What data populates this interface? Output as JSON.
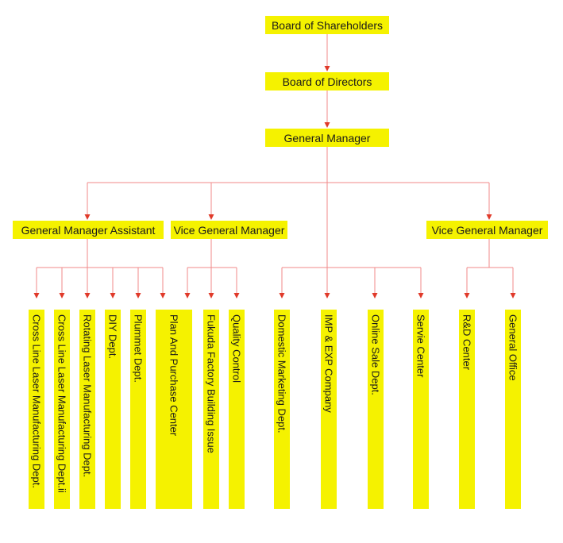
{
  "colors": {
    "box_fill": "#f5f200",
    "connector": "#f08a8a",
    "arrowhead": "#e03a2a"
  },
  "nodes": {
    "shareholders": "Board of Shareholders",
    "directors": "Board of Directors",
    "general_manager": "General Manager",
    "gm_assistant": "General Manager Assistant",
    "vice_gm_left": "Vice General Manager",
    "vice_gm_right": "Vice General Manager"
  },
  "departments": [
    "Cross Line Laser Manufacturing Dept.",
    "Cross Line Laser Manufacturing Dept.ii",
    "Rotating Laser Manufacturing Dept.",
    "DIY Dept.",
    "Plummet Dept.",
    "Plan And Purchase Center",
    "Fukuda Factory Building Issue",
    "Quality Control",
    "Domestic Marketing Dept.",
    "IMP & EXP Company",
    "Online Sale Dept.",
    "Servie Center",
    "R&D Center",
    "General Office"
  ]
}
